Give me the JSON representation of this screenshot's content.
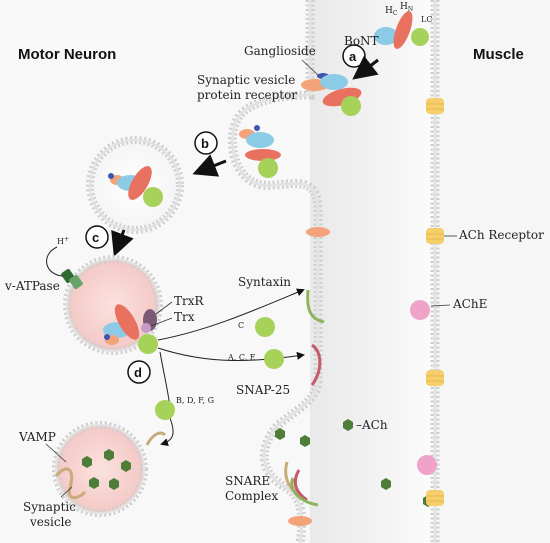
{
  "labels": {
    "motor_neuron": "Motor Neuron",
    "muscle": "Muscle",
    "bont": "BoNT",
    "hc": "H",
    "hc_sub": "C",
    "hn": "H",
    "hn_sub": "N",
    "lc": "LC",
    "ganglioside": "Ganglioside",
    "sv_receptor_1": "Synaptic vesicle",
    "sv_receptor_2": "protein receptor",
    "proton": "H",
    "proton_sup": "+",
    "v_atpase": "v-ATPase",
    "trxr": "TrxR",
    "trx": "Trx",
    "syntaxin": "Syntaxin",
    "snap25": "SNAP-25",
    "ach_receptor": "ACh Receptor",
    "ache": "AChE",
    "ach": "ACh",
    "vamp": "VAMP",
    "synaptic_vesicle_1": "Synaptic",
    "synaptic_vesicle_2": "vesicle",
    "snare_1": "SNARE",
    "snare_2": "Complex",
    "serotype_c": "C",
    "serotype_ace": "A, C, E",
    "serotype_bdfg": "B, D, F, G"
  },
  "steps": [
    "a",
    "b",
    "c",
    "d"
  ],
  "colors": {
    "membrane": "#c9c9c9",
    "hc_blue": "#8ccbe6",
    "hn_red": "#e8715f",
    "lc_green": "#a6d25a",
    "orange": "#f3a27a",
    "ach_green": "#4e7d3a",
    "ache_pink": "#f0a3c8",
    "receptor_yellow": "#f5d06a",
    "syntaxin": "#8fb35a",
    "snap25": "#c65a6a",
    "vamp": "#c9ab7a",
    "trxr": "#7b5a78",
    "trx": "#c89ac8",
    "vatpase": "#4f8a4f"
  }
}
